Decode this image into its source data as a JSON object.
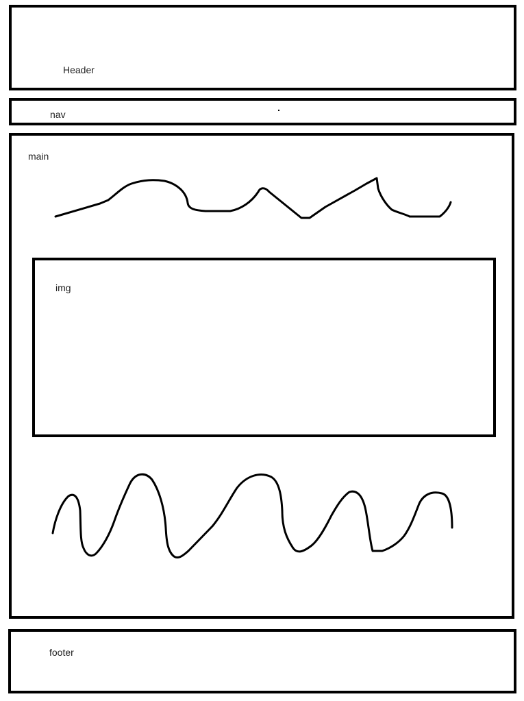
{
  "header": {
    "label": "Header"
  },
  "nav": {
    "label": "nav"
  },
  "main": {
    "label": "main"
  },
  "img": {
    "label": "img"
  },
  "footer": {
    "label": "footer"
  }
}
